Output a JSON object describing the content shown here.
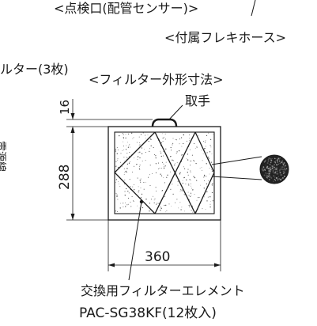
{
  "labels": {
    "inspection_port": "<点検口(配管センサー)>",
    "flex_hose": "<付属フレキホース>",
    "filter_count": "ルター(3枚)",
    "filter_dims_title": "<フィルター外形寸法>",
    "handle": "取手",
    "element_line1": "交換用フィルターエレメント",
    "element_line2": "PAC-SG38KF(12枚入)",
    "left_edge_text": "電源線"
  },
  "dimensions": {
    "handle_height": "16",
    "height": "288",
    "width": "360"
  },
  "colors": {
    "line": "#1a1a1a",
    "dot": "#555555"
  }
}
